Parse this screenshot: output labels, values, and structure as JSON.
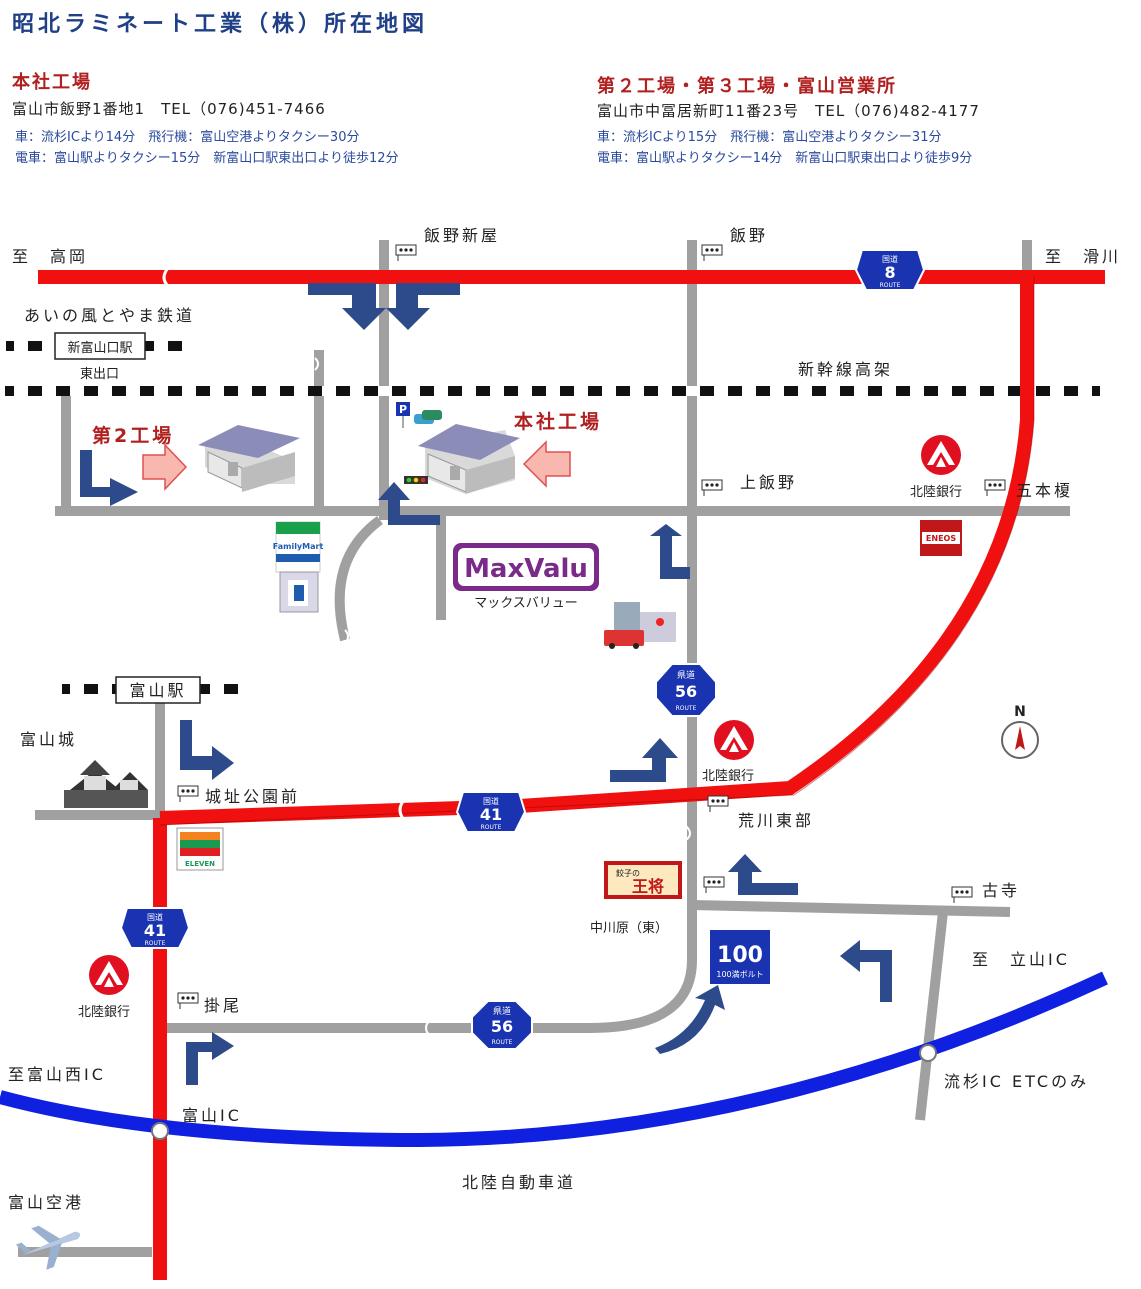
{
  "header": {
    "title": "昭北ラミネート工業（株）所在地図"
  },
  "main_office": {
    "title": "本社工場",
    "address": "富山市飯野1番地1　TEL（076)451-7466",
    "access_car": "車：流杉ICより14分　飛行機：富山空港よりタクシー30分",
    "access_train": "電車：富山駅よりタクシー15分　新富山口駅東出口より徒歩12分"
  },
  "branch_office": {
    "title": "第２工場・第３工場・富山営業所",
    "address": "富山市中冨居新町11番23号　TEL（076)482-4177",
    "access_car": "車：流杉ICより15分　飛行機：富山空港よりタクシー31分",
    "access_train": "電車：富山駅よりタクシー14分　新富山口駅東出口より徒歩9分"
  },
  "map": {
    "labels": {
      "to_takaoka": "至　高岡",
      "to_namerikawa": "至　滑川",
      "ainokaze": "あいの風とやま鉄道",
      "shintoyamaguchi": "新富山口駅",
      "east_exit": "東出口",
      "shinkansen": "新幹線高架",
      "iino_shinya": "飯野新屋",
      "iino": "飯野",
      "kamiiino": "上飯野",
      "gohongi": "五本榎",
      "factory2": "第2工場",
      "head_factory": "本社工場",
      "maxvalu_kana": "マックスバリュー",
      "toyama_station": "富山駅",
      "toyama_castle": "富山城",
      "joshi_koenmae": "城址公園前",
      "arakawa_tobu": "荒川東部",
      "furudera": "古寺",
      "nakagawara": "中川原（東）",
      "to_tateyama": "至　立山IC",
      "kakeo": "掛尾",
      "to_toyama_nishi": "至富山西IC",
      "toyama_ic": "富山IC",
      "nagare_ic": "流杉IC ETCのみ",
      "hokuriku_expressway": "北陸自動車道",
      "toyama_airport": "富山空港",
      "hokuriku_bank": "北陸銀行",
      "north": "N"
    },
    "route_signs": {
      "national": "国道",
      "prefectural": "県道",
      "route": "ROUTE",
      "r8": "8",
      "r41": "41",
      "r56": "56"
    },
    "shops": {
      "familymart": "FamilyMart",
      "maxvalu": "MaxValu",
      "eneos": "ENEOS",
      "gyoza": "王将",
      "gyoza_small": "餃子の",
      "bolt_num": "100",
      "bolt": "100満ボルト",
      "seven_eleven": "ELEVEN"
    },
    "parking": "P",
    "colors": {
      "red_road": "#f01010",
      "blue_road": "#1020e0",
      "gray_road": "#a0a0a0",
      "arrow": "#2d4a8a",
      "sign": "#1a33b0"
    }
  }
}
